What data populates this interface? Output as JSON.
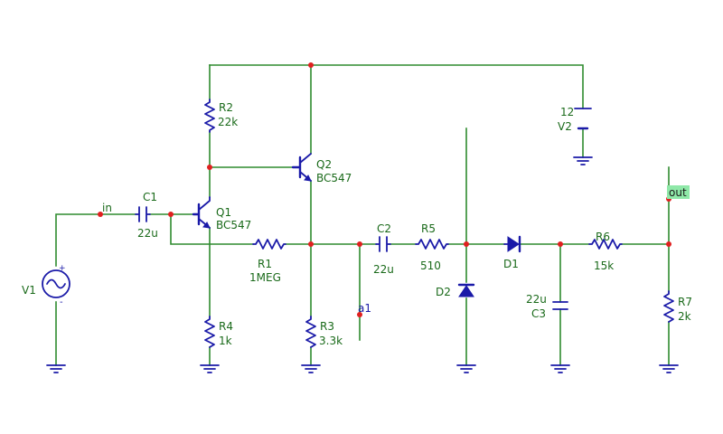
{
  "components": {
    "V1": {
      "name": "V1"
    },
    "V2": {
      "name": "V2",
      "value": "12"
    },
    "C1": {
      "name": "C1",
      "value": "22u"
    },
    "C2": {
      "name": "C2",
      "value": "22u"
    },
    "C3": {
      "name": "C3",
      "value": "22u"
    },
    "Q1": {
      "name": "Q1",
      "value": "BC547"
    },
    "Q2": {
      "name": "Q2",
      "value": "BC547"
    },
    "R1": {
      "name": "R1",
      "value": "1MEG"
    },
    "R2": {
      "name": "R2",
      "value": "22k"
    },
    "R3": {
      "name": "R3",
      "value": "3.3k"
    },
    "R4": {
      "name": "R4",
      "value": "1k"
    },
    "R5": {
      "name": "R5",
      "value": "510"
    },
    "R6": {
      "name": "R6",
      "value": "15k"
    },
    "R7": {
      "name": "R7",
      "value": "2k"
    },
    "D1": {
      "name": "D1"
    },
    "D2": {
      "name": "D2"
    }
  },
  "nets": {
    "in": "in",
    "a1": "a1",
    "out": "out"
  },
  "source_marks": {
    "plus": "+",
    "minus": "-"
  },
  "colors": {
    "wire": "#2e8b2e",
    "component": "#1a1aa8",
    "node": "#e02020",
    "label": "#1a6a1a",
    "net_highlight": "#8fe8a8"
  }
}
